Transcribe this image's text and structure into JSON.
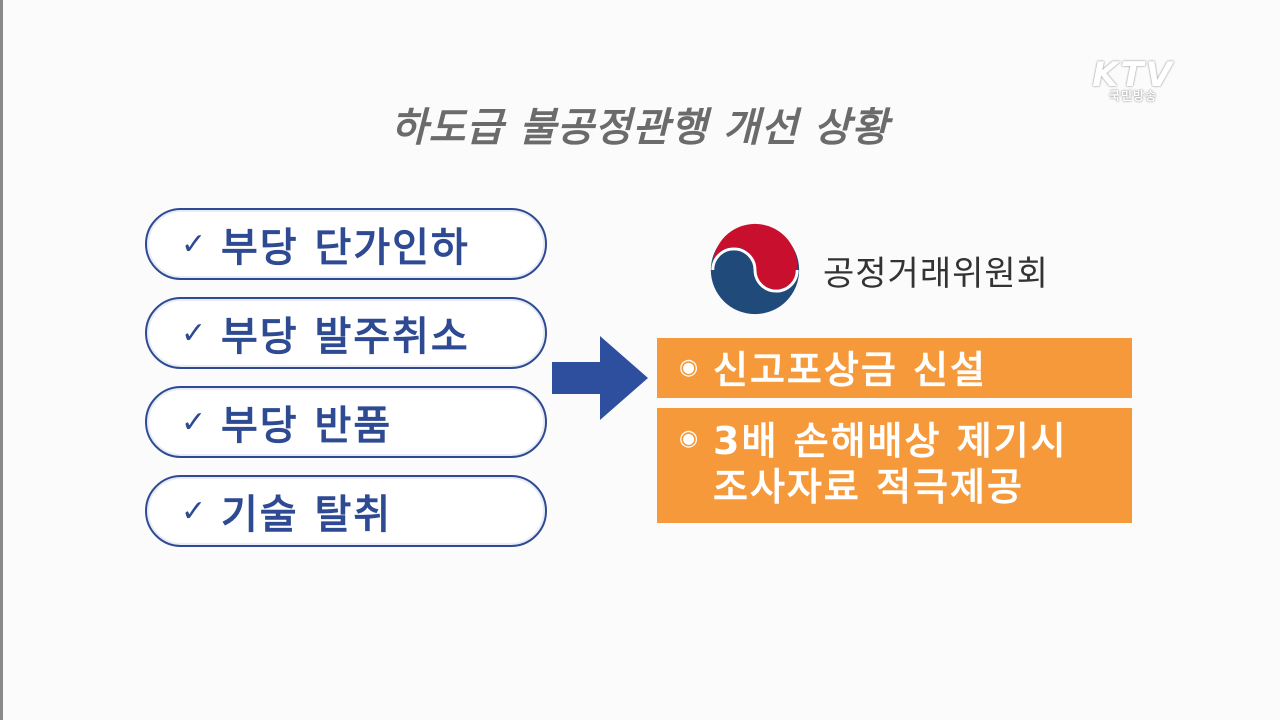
{
  "broadcaster": {
    "logo_text": "KTV",
    "logo_subtext": "국민방송"
  },
  "page_title": "하도급 불공정관행 개선 상황",
  "issues": [
    {
      "check": "✓",
      "label": "부당 단가인하"
    },
    {
      "check": "✓",
      "label": "부당 발주취소"
    },
    {
      "check": "✓",
      "label": "부당 반품"
    },
    {
      "check": "✓",
      "label": "기술 탈취"
    }
  ],
  "agency": {
    "name": "공정거래위원회",
    "emblem_colors": {
      "red": "#c8102e",
      "blue": "#1f4a7a"
    }
  },
  "measures": {
    "bullet": "◉",
    "item_1": "신고포상금 신설",
    "item_2_line_1": "3배 손해배상 제기시",
    "item_2_line_2": "조사자료 적극제공"
  },
  "colors": {
    "pill_border": "#2e4a92",
    "arrow": "#2d4f9e",
    "measure_box": "#f6993a",
    "title": "#6b6b6b"
  }
}
